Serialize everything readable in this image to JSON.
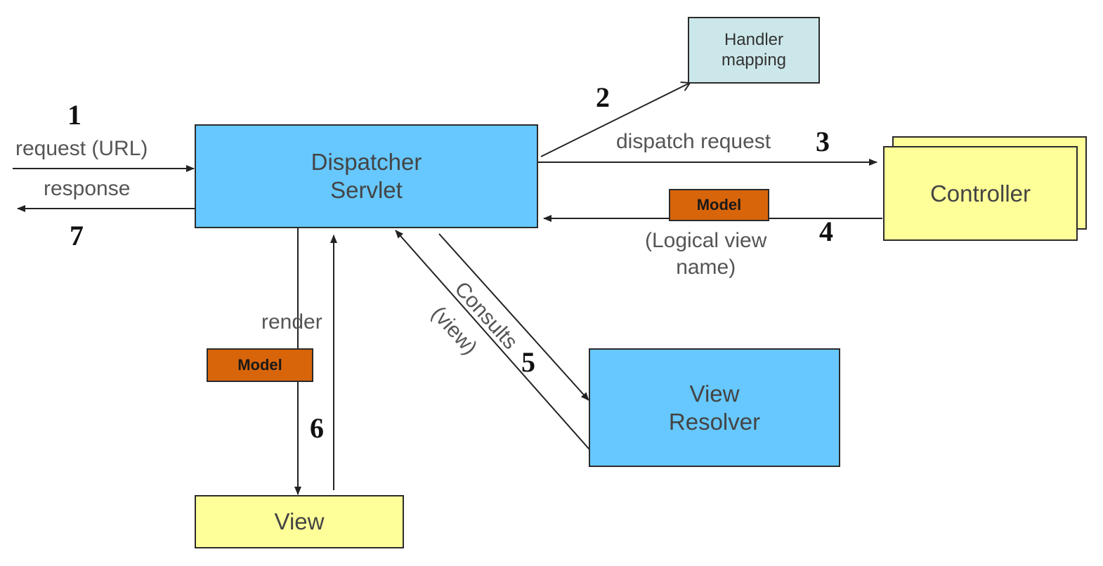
{
  "nodes": {
    "dispatcher": "Dispatcher\nServlet",
    "handler_mapping": "Handler\nmapping",
    "controller": "Controller",
    "view_resolver": "View\nResolver",
    "view": "View",
    "model_top": "Model",
    "model_left": "Model"
  },
  "labels": {
    "request": "request (URL)",
    "response": "response",
    "dispatch_request": "dispatch request",
    "logical_view_name": "(Logical view\nname)",
    "consults": "Consults",
    "view_return": "(view)",
    "render": "render"
  },
  "steps": [
    "1",
    "2",
    "3",
    "4",
    "5",
    "6",
    "7"
  ],
  "colors": {
    "blue": "#66c8ff",
    "yellow": "#ffff99",
    "teal": "#cce7ea",
    "orange": "#d9650a"
  }
}
